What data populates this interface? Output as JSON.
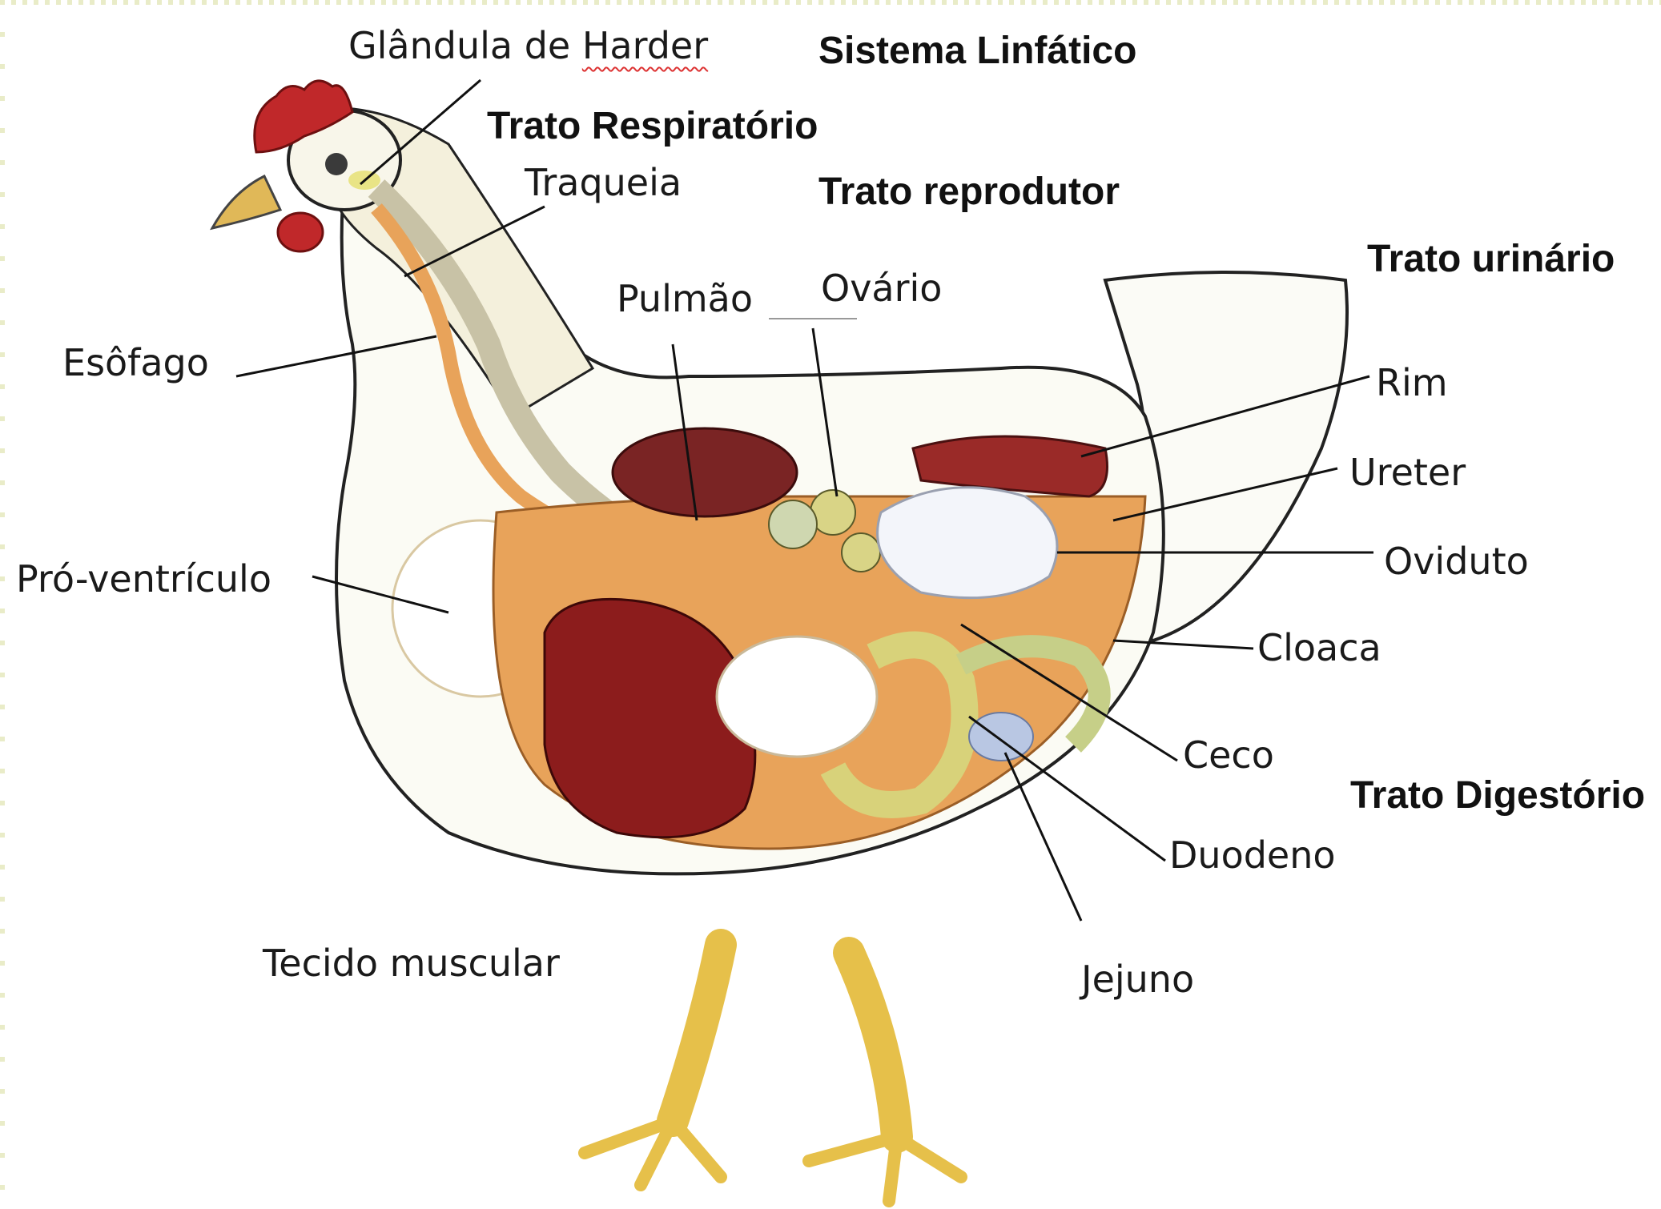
{
  "systems": {
    "linfatico": "Sistema Linfático",
    "respiratorio": "Trato Respiratório",
    "reprodutor": "Trato reprodutor",
    "urinario": "Trato urinário",
    "digestorio": "Trato Digestório"
  },
  "parts": {
    "glandula_pre": "Glândula de ",
    "glandula_harder": "Harder",
    "traqueia": "Traqueia",
    "pulmao": "Pulmão",
    "ovario": "Ovário",
    "esofago": "Esôfago",
    "rim": "Rim",
    "ureter": "Ureter",
    "oviduto": "Oviduto",
    "pro_ventriculo": "Pró-ventrículo",
    "cloaca": "Cloaca",
    "ceco": "Ceco",
    "duodeno": "Duodeno",
    "tecido_muscular": "Tecido muscular",
    "jejuno": "Jejuno"
  },
  "colors": {
    "comb": "#c0282a",
    "liver": "#8c1c1c",
    "lung": "#7a2424",
    "fat": "#e8a35a",
    "intestine": "#d8d27a",
    "legs": "#e6c04a",
    "outline": "#222222"
  }
}
